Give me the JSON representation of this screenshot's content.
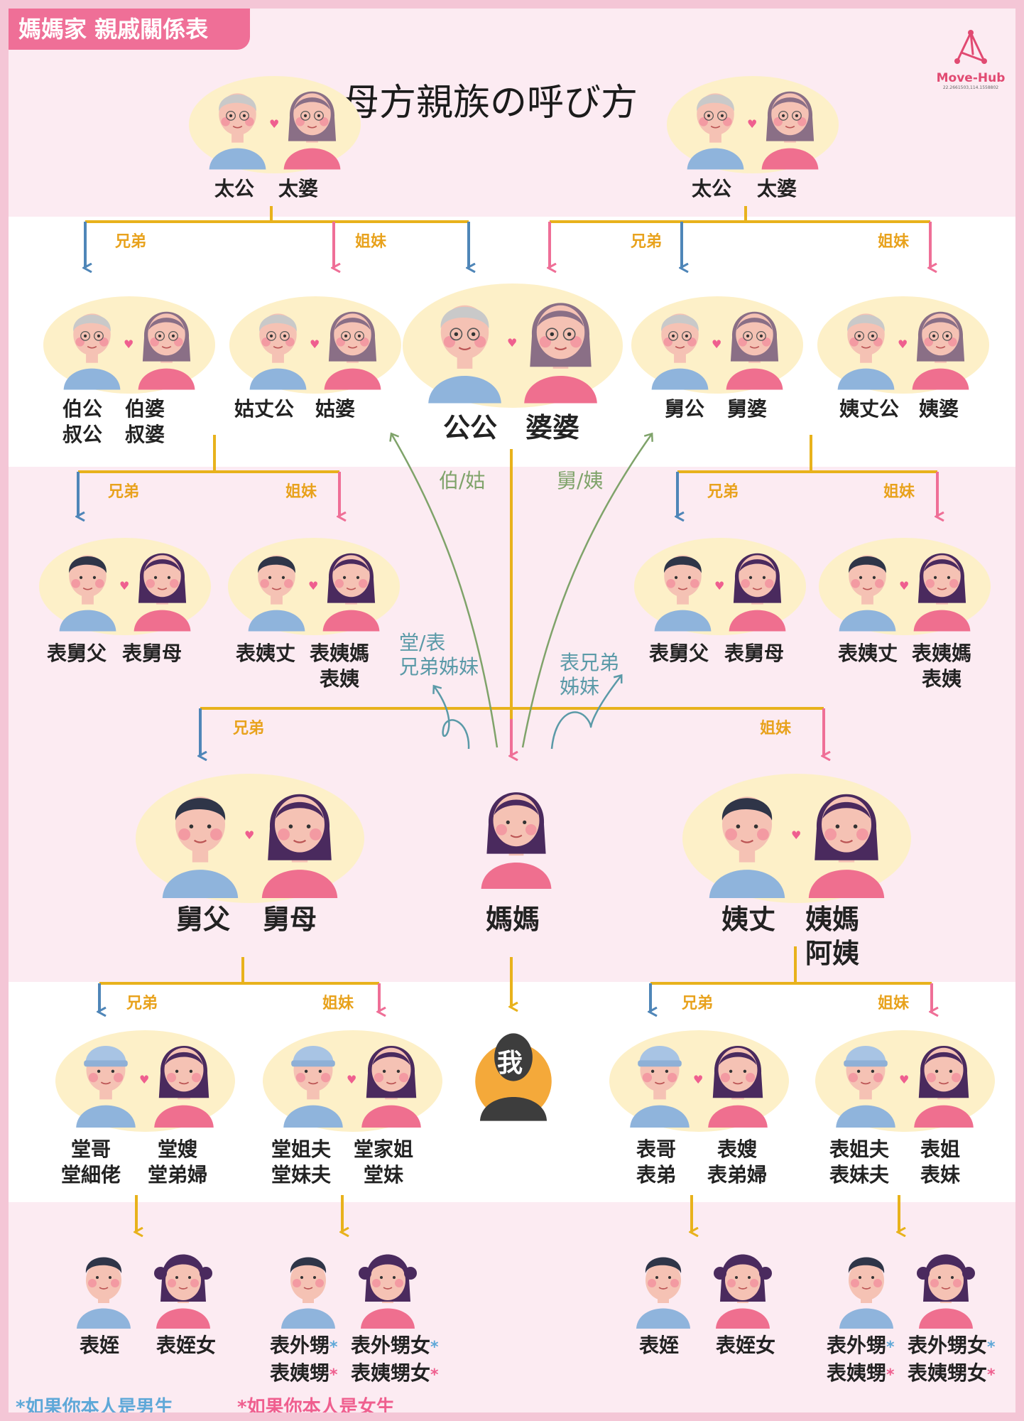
{
  "header": {
    "tag": "媽媽家 親戚關係表",
    "title": "母方親族の呼び方",
    "logo": "Move-Hub",
    "logo_address": "22.2661503,114.1558802"
  },
  "relations": {
    "brothers": "兄弟",
    "sisters": "姐妹"
  },
  "colors": {
    "pink": "#ef6f97",
    "blue": "#4f86b8",
    "gold": "#e8b21c",
    "band": "#fcebf2"
  },
  "gen0": {
    "left": [
      "太公",
      "太婆"
    ],
    "right": [
      "太公",
      "太婆"
    ]
  },
  "gen1": {
    "bobo": [
      "伯公",
      "叔公",
      "伯婆",
      "叔婆"
    ],
    "guzhang": [
      "姑丈公",
      "姑婆"
    ],
    "grand": [
      "公公",
      "婆婆"
    ],
    "jiu": [
      "舅公",
      "舅婆"
    ],
    "yi": [
      "姨丈公",
      "姨婆"
    ]
  },
  "gen2": {
    "a": [
      "表舅父",
      "表舅母"
    ],
    "b": [
      "表姨丈",
      "表姨媽",
      "表姨"
    ],
    "c": [
      "表舅父",
      "表舅母"
    ],
    "d": [
      "表姨丈",
      "表姨媽",
      "表姨"
    ]
  },
  "gen3": {
    "uncle": [
      "舅父",
      "舅母"
    ],
    "mom": "媽媽",
    "aunt": [
      "姨丈",
      "姨媽",
      "阿姨"
    ]
  },
  "handwritten": {
    "bogu": "伯/姑",
    "jiuyi": "舅/姨",
    "tangbiao": [
      "堂/表",
      "兄弟姊妹"
    ],
    "biao": [
      "表兄弟",
      "姊妹"
    ]
  },
  "gen4": {
    "me": "我",
    "a": [
      "堂哥",
      "堂細佬",
      "堂嫂",
      "堂弟婦"
    ],
    "b": [
      "堂姐夫",
      "堂妹夫",
      "堂家姐",
      "堂妹"
    ],
    "c": [
      "表哥",
      "表弟",
      "表嫂",
      "表弟婦"
    ],
    "d": [
      "表姐夫",
      "表妹夫",
      "表姐",
      "表妹"
    ]
  },
  "gen5": {
    "a": [
      "表姪",
      "表姪女"
    ],
    "b": [
      "表外甥",
      "表姨甥",
      "表外甥女",
      "表姨甥女"
    ],
    "c": [
      "表姪",
      "表姪女"
    ],
    "d": [
      "表外甥",
      "表姨甥",
      "表外甥女",
      "表姨甥女"
    ]
  },
  "markers": {
    "star": "*"
  },
  "footer": {
    "male": "*如果你本人是男生",
    "female": "*如果你本人是女生"
  }
}
